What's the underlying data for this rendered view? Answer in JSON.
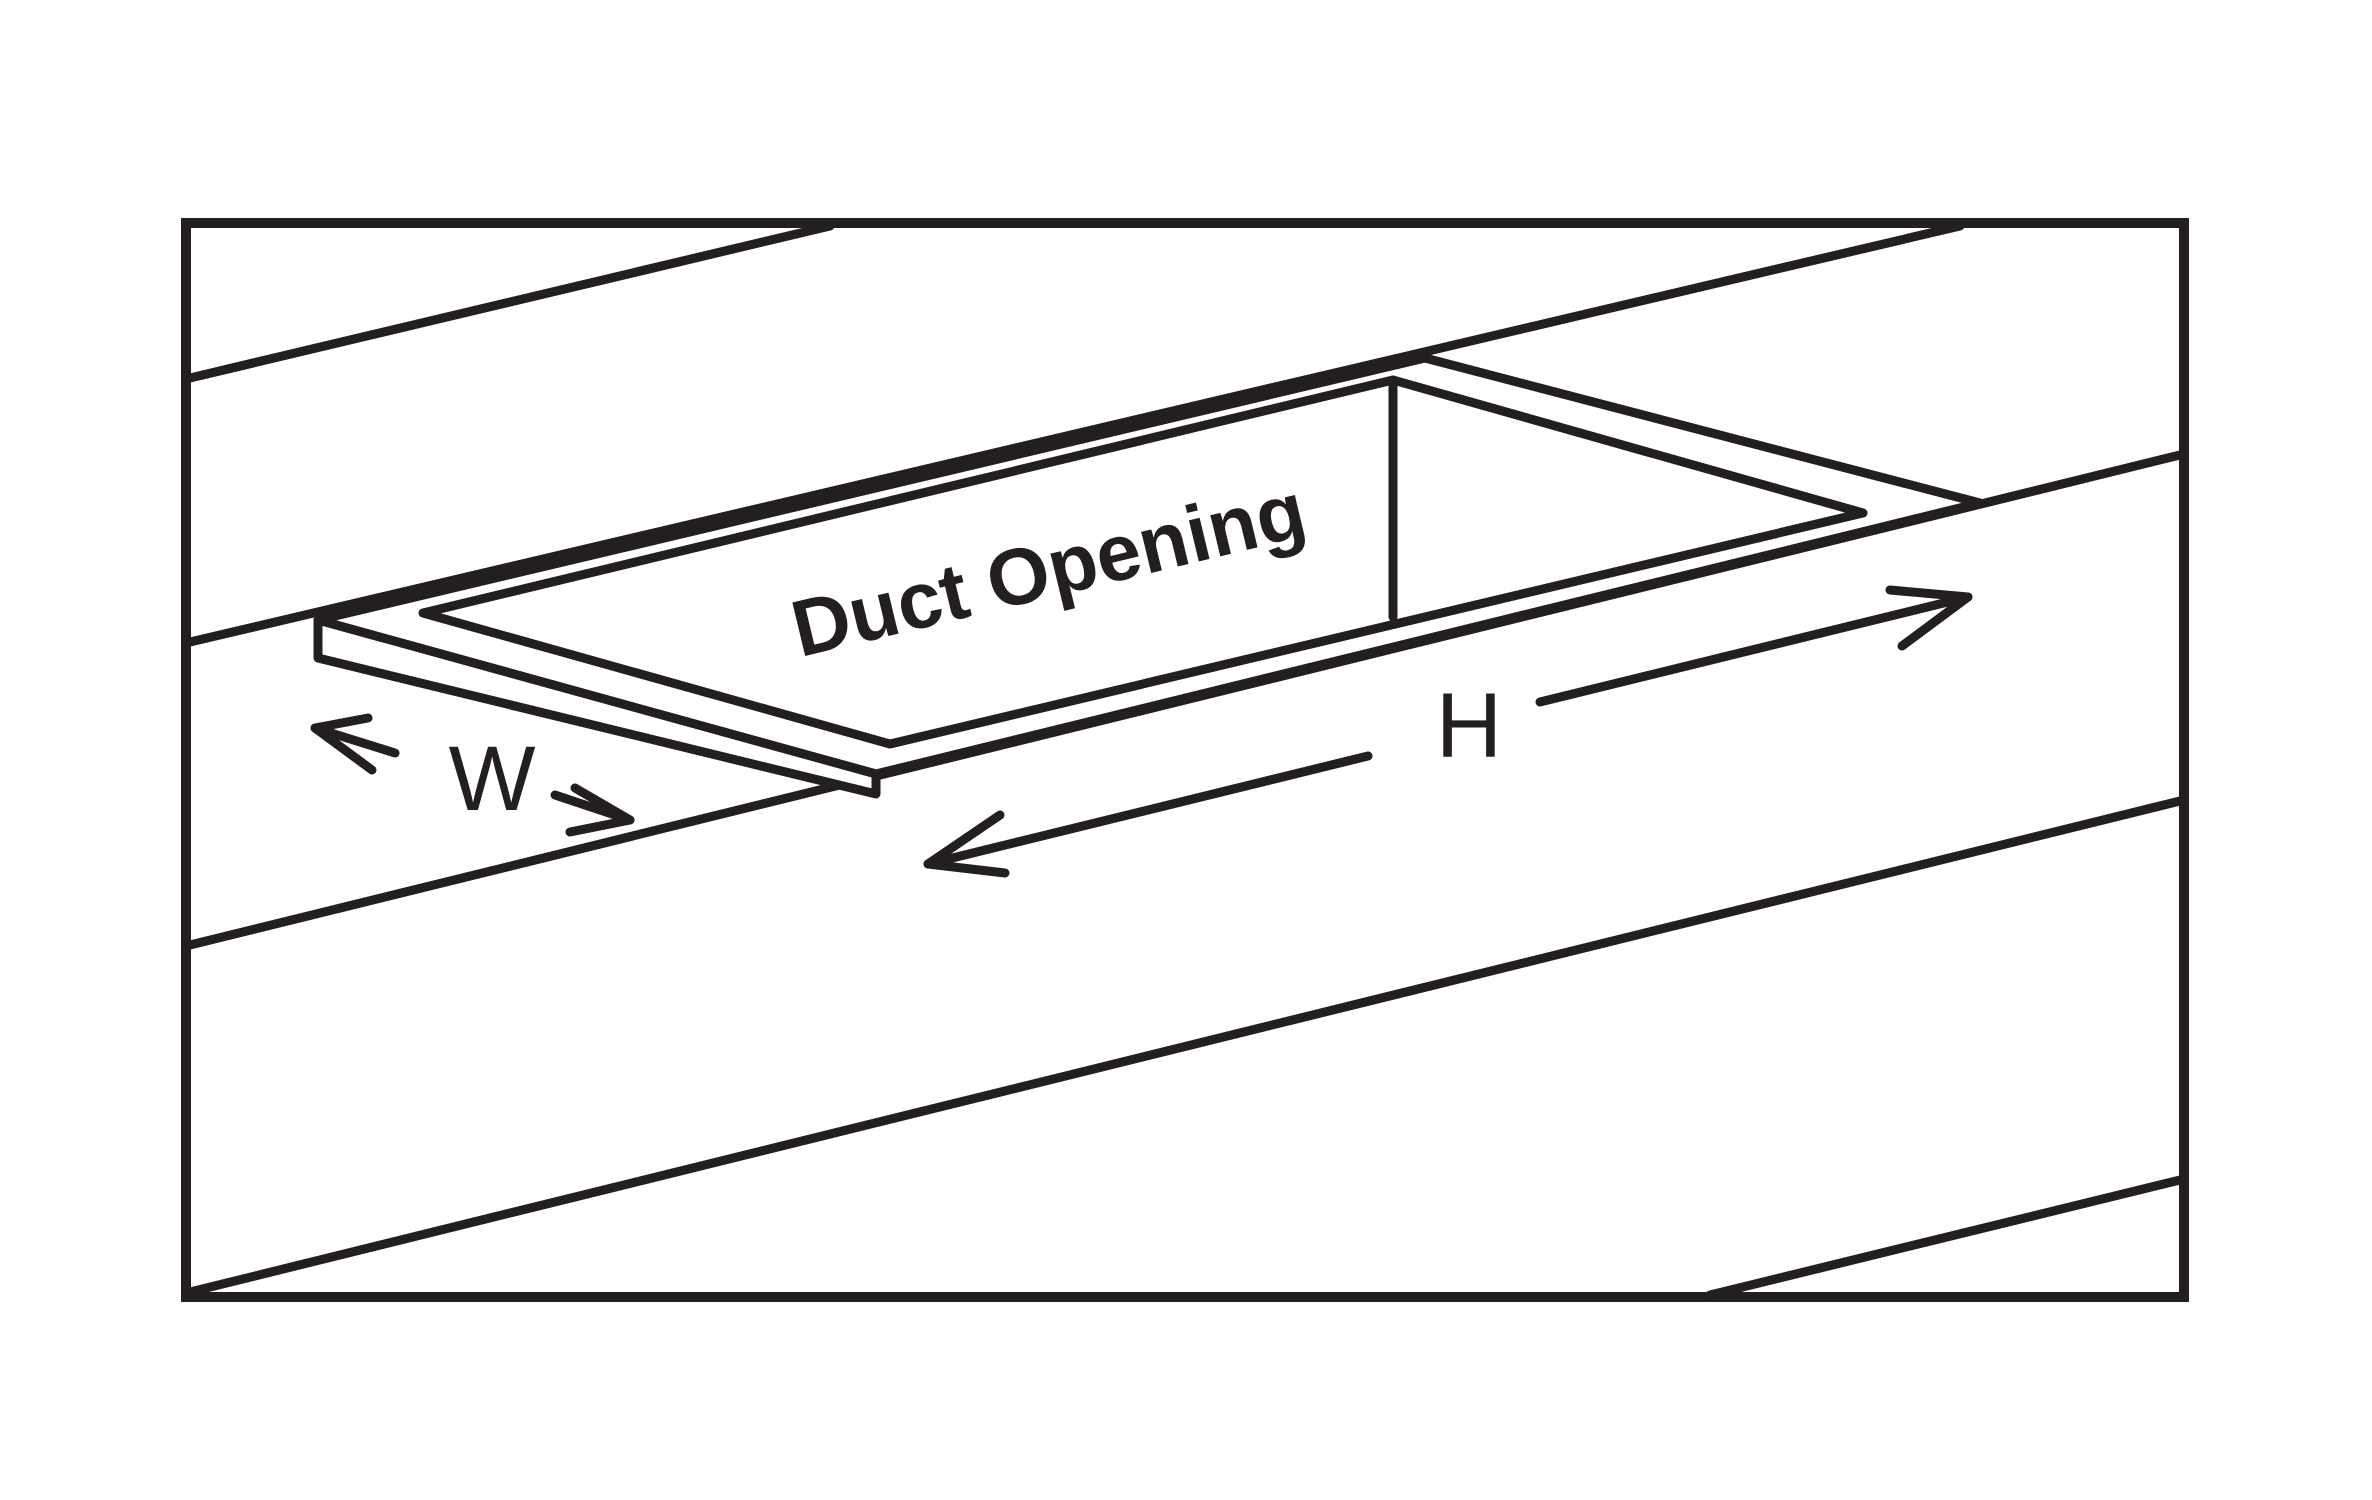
{
  "labels": {
    "duct_opening": "Duct Opening",
    "width": "W",
    "height": "H"
  },
  "colors": {
    "stroke": "#231f20",
    "background": "#ffffff"
  }
}
